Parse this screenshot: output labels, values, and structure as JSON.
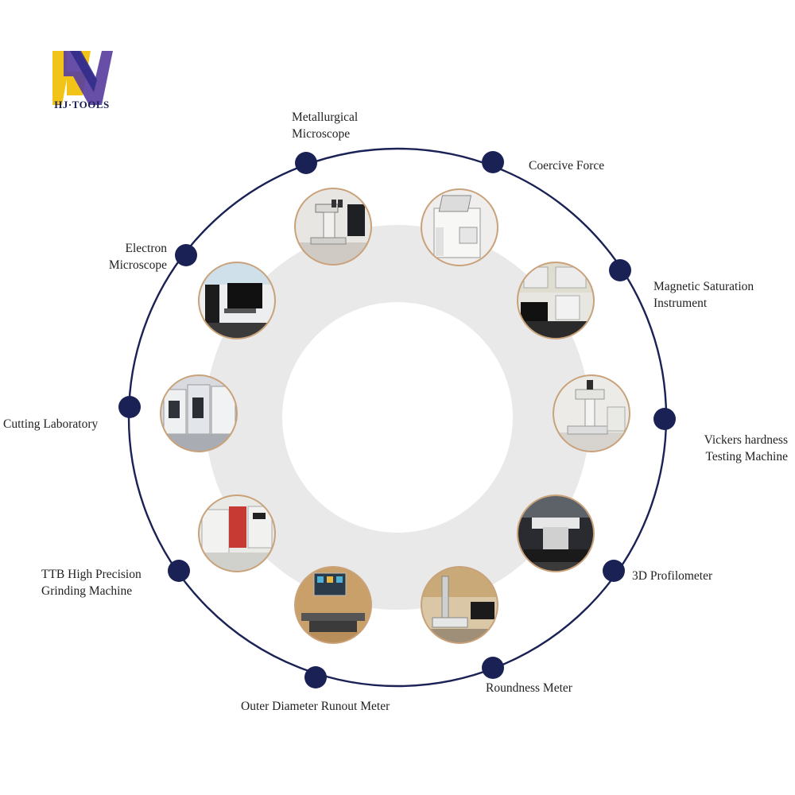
{
  "brand": {
    "logo_text": "HJ·TOOLS",
    "colors": {
      "primary": "#1d2255",
      "accent": "#f2c417",
      "secondary": "#5a3fa0"
    }
  },
  "theme": {
    "ring_color": "#1a2155",
    "node_color": "#1a2155",
    "band_color": "#e9e9e9",
    "photo_border": "#c9a27a"
  },
  "equipment": [
    {
      "id": "metallurgical-microscope",
      "lines": [
        "Metallurgical",
        "Microscope"
      ],
      "icon": "microscope-photo"
    },
    {
      "id": "coercive-force",
      "lines": [
        "Coercive Force"
      ],
      "icon": "instrument-cabinet-photo"
    },
    {
      "id": "magnetic-saturation-instrument",
      "lines": [
        "Magnetic Saturation",
        "Instrument"
      ],
      "icon": "lab-bench-photo"
    },
    {
      "id": "vickers-hardness-testing-machine",
      "lines": [
        "Vickers hardness",
        "Testing Machine"
      ],
      "icon": "hardness-tester-photo"
    },
    {
      "id": "3d-profilometer",
      "lines": [
        "3D Profilometer"
      ],
      "icon": "profilometer-photo"
    },
    {
      "id": "roundness-meter",
      "lines": [
        "Roundness Meter"
      ],
      "icon": "roundness-meter-photo"
    },
    {
      "id": "outer-diameter-runout-meter",
      "lines": [
        "Outer Diameter Runout Meter"
      ],
      "icon": "runout-meter-photo"
    },
    {
      "id": "ttb-high-precision-grinding-machine",
      "lines": [
        "TTB High Precision",
        "Grinding Machine"
      ],
      "icon": "grinding-machine-photo"
    },
    {
      "id": "cutting-laboratory",
      "lines": [
        "Cutting Laboratory"
      ],
      "icon": "cnc-machines-photo"
    },
    {
      "id": "electron-microscope",
      "lines": [
        "Electron",
        "Microscope"
      ],
      "icon": "electron-microscope-photo"
    }
  ]
}
